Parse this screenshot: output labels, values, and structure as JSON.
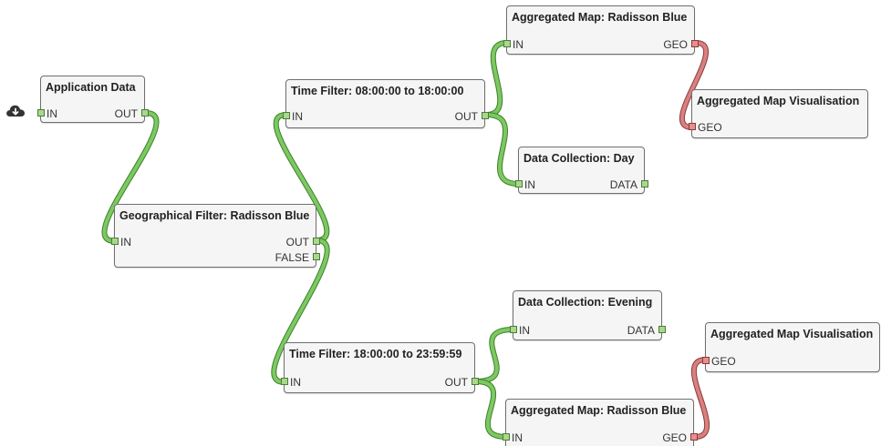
{
  "nodes": {
    "app_data": {
      "title": "Application Data",
      "in": "IN",
      "out": "OUT"
    },
    "geo_filter": {
      "title": "Geographical Filter: Radisson Blue",
      "in": "IN",
      "out": "OUT",
      "false": "FALSE"
    },
    "time_day": {
      "title": "Time Filter: 08:00:00 to 18:00:00",
      "in": "IN",
      "out": "OUT"
    },
    "agg_map_top": {
      "title": "Aggregated Map: Radisson Blue",
      "in": "IN",
      "geo": "GEO"
    },
    "agg_vis_top": {
      "title": "Aggregated Map Visualisation",
      "geo": "GEO"
    },
    "dc_day": {
      "title": "Data Collection: Day",
      "in": "IN",
      "data": "DATA"
    },
    "dc_evening": {
      "title": "Data Collection: Evening",
      "in": "IN",
      "data": "DATA"
    },
    "time_evening": {
      "title": "Time Filter: 18:00:00 to 23:59:59",
      "in": "IN",
      "out": "OUT"
    },
    "agg_map_bottom": {
      "title": "Aggregated Map: Radisson Blue",
      "in": "IN",
      "geo": "GEO"
    },
    "agg_vis_bottom": {
      "title": "Aggregated Map Visualisation",
      "geo": "GEO"
    }
  },
  "colors": {
    "data_wire": "#7cc962",
    "data_wire_edge": "#3f7f2c",
    "geo_wire": "#d98080",
    "geo_wire_edge": "#8c3a3a"
  },
  "icons": {
    "source": "cloud-download-icon"
  }
}
